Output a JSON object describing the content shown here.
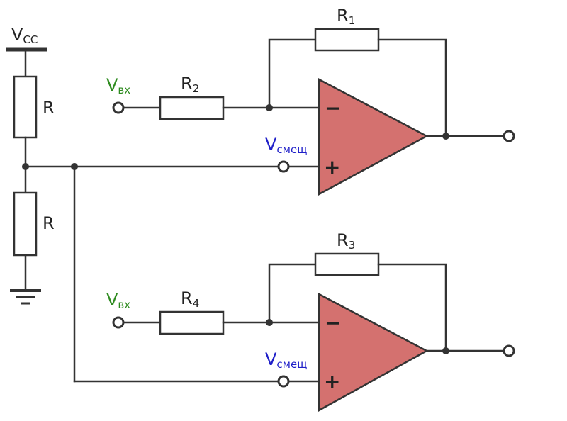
{
  "colors": {
    "opamp_fill": "#d4716f",
    "vin_label": "#2e8b1f",
    "vbias_label": "#1f1fc8",
    "wire": "#333333"
  },
  "labels": {
    "vcc_main": "V",
    "vcc_sub": "CC",
    "r_top": "R",
    "r_bottom": "R",
    "r1_main": "R",
    "r1_sub": "1",
    "r2_main": "R",
    "r2_sub": "2",
    "r3_main": "R",
    "r3_sub": "3",
    "r4_main": "R",
    "r4_sub": "4",
    "vin1_main": "V",
    "vin1_sub": "вх",
    "vin2_main": "V",
    "vin2_sub": "вх",
    "vbias1_main": "V",
    "vbias1_sub": "смещ",
    "vbias2_main": "V",
    "vbias2_sub": "смещ",
    "minus_sign": "−",
    "plus_sign": "+"
  },
  "icons": {
    "ground": "ground-icon",
    "vcc_rail": "vcc-rail-icon"
  }
}
